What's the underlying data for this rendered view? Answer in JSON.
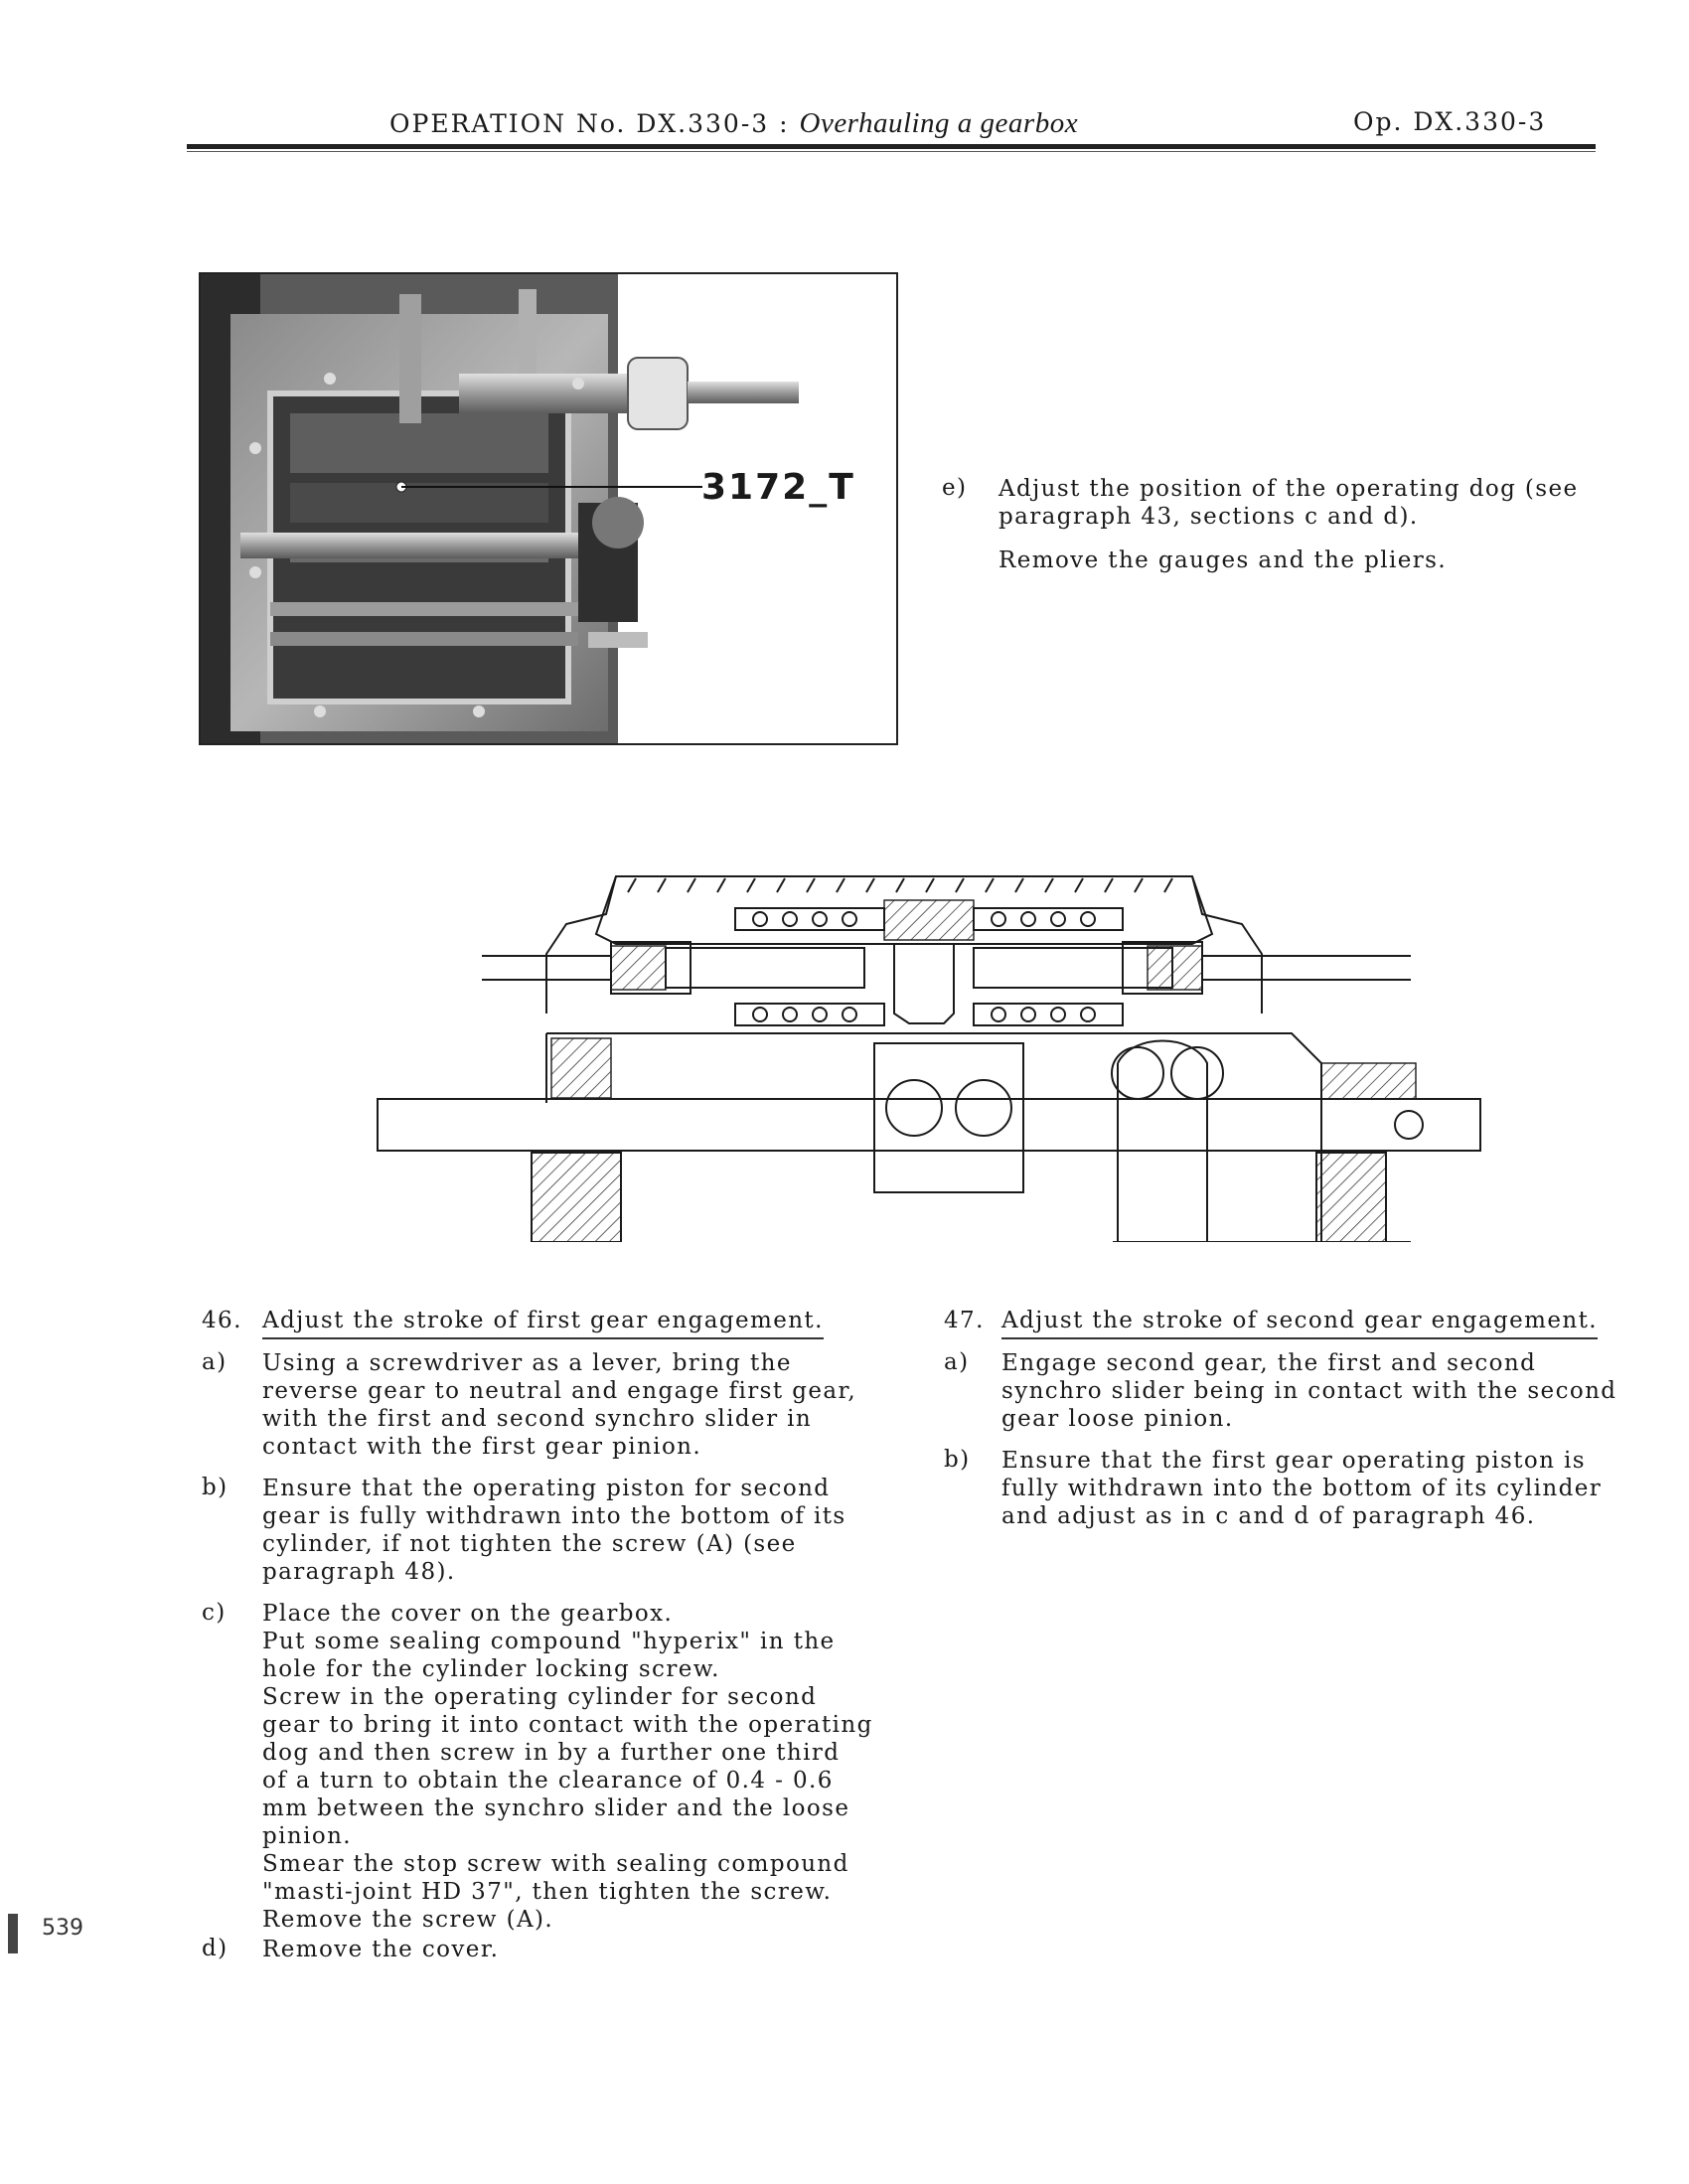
{
  "header": {
    "operation_label": "OPERATION No. DX.330-3 : ",
    "title_italic": "Overhauling a gearbox",
    "ref": "Op. DX.330-3"
  },
  "figure1": {
    "label": "3172_T"
  },
  "step_e": {
    "letter": "e)",
    "lines": [
      "Adjust the position of the operating dog (see",
      "paragraph 43, sections c and d)."
    ],
    "extra": "Remove the gauges and the pliers."
  },
  "para46": {
    "number": "46.",
    "heading": "Adjust the stroke of first gear engagement.",
    "a": {
      "letter": "a)",
      "lines": [
        "Using a screwdriver as a lever, bring the",
        "reverse gear to neutral and engage first gear,",
        "with the first and second synchro slider in",
        "contact with the first gear pinion."
      ]
    },
    "b": {
      "letter": "b)",
      "lines": [
        "Ensure that the operating piston for second",
        "gear is fully withdrawn into the bottom of its",
        "cylinder, if not tighten the screw (A) (see",
        "paragraph 48)."
      ]
    },
    "c": {
      "letter": "c)",
      "lines": [
        "Place the cover on the gearbox.",
        "Put some sealing compound \"hyperix\" in the",
        "hole for the cylinder locking screw.",
        "Screw in the operating cylinder for second",
        "gear to bring it into contact with the operating",
        "dog and then screw in by a further one third",
        "of a turn to obtain the clearance of 0.4 - 0.6",
        "mm between the synchro slider and the loose",
        "pinion.",
        "Smear the stop screw with sealing compound",
        "\"masti-joint HD 37\", then tighten the screw.",
        "Remove the screw (A)."
      ]
    },
    "d": {
      "letter": "d)",
      "lines": [
        "Remove the cover."
      ]
    }
  },
  "para47": {
    "number": "47.",
    "heading": "Adjust the stroke of second gear engagement.",
    "a": {
      "letter": "a)",
      "lines": [
        "Engage second gear, the first and second",
        "synchro slider being in contact with the second",
        "gear loose pinion."
      ]
    },
    "b": {
      "letter": "b)",
      "lines": [
        "Ensure that the first gear operating piston is",
        "fully withdrawn into the bottom of its cylinder",
        "and adjust as in c and d of paragraph 46."
      ]
    }
  },
  "margin_note": "539"
}
